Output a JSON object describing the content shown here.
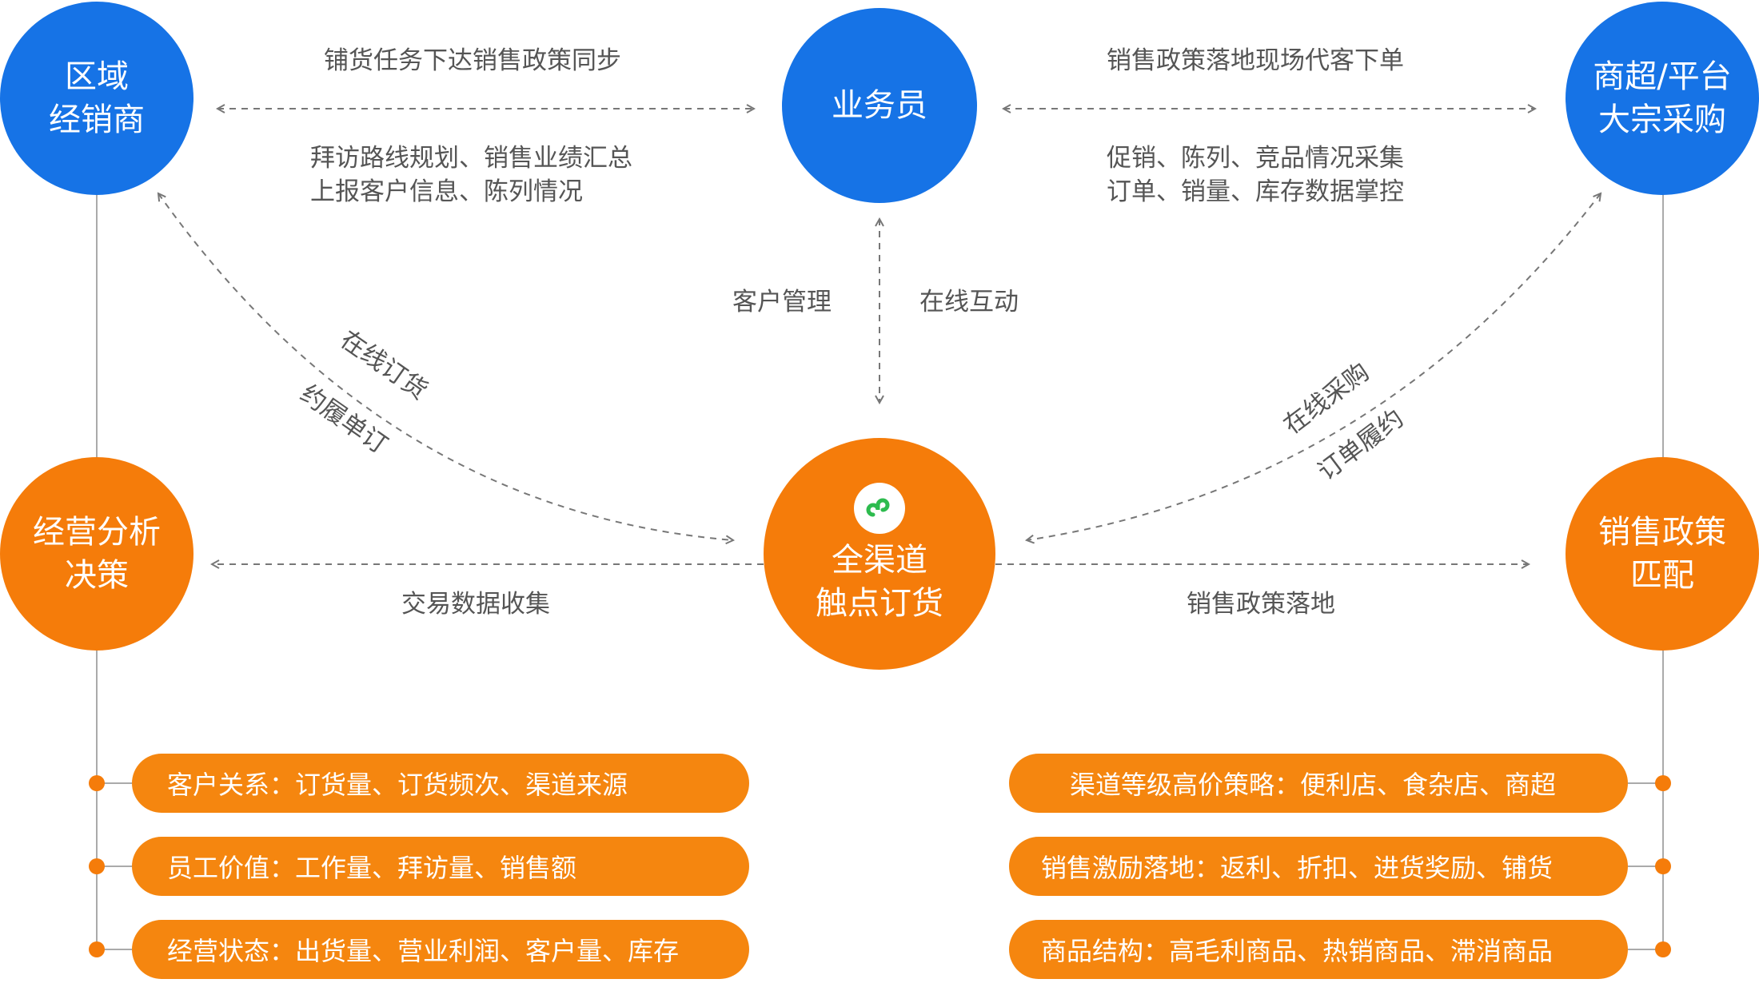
{
  "nodes": {
    "distributor": [
      "区域",
      "经销商"
    ],
    "salesman": [
      "业务员"
    ],
    "retail": [
      "商超/平台",
      "大宗采购"
    ],
    "analysis": [
      "经营分析",
      "决策"
    ],
    "center": [
      "全渠道",
      "触点订货"
    ],
    "policy": [
      "销售政策",
      "匹配"
    ]
  },
  "labels": {
    "top_left_above": "铺货任务下达销售政策同步",
    "top_left_below_1": "拜访路线规划、销售业绩汇总",
    "top_left_below_2": "上报客户信息、陈列情况",
    "top_right_above": "销售政策落地现场代客下单",
    "top_right_below_1": "促销、陈列、竞品情况采集",
    "top_right_below_2": "订单、销量、库存数据掌控",
    "vert_left": "客户管理",
    "vert_right": "在线互动",
    "diag_left_1": "在线订货",
    "diag_left_2": "约履单订",
    "diag_right_1": "在线采购",
    "diag_right_2": "订单履约",
    "mid_left": "交易数据收集",
    "mid_right": "销售政策落地"
  },
  "pills_left": [
    "客户关系：订货量、订货频次、渠道来源",
    "员工价值：工作量、拜访量、销售额",
    "经营状态：出货量、营业利润、客户量、库存"
  ],
  "pills_right": [
    "渠道等级高价策略：便利店、食杂店、商超",
    "销售激励落地：返利、折扣、进货奖励、铺货",
    "商品结构：高毛利商品、热销商品、滞消商品"
  ],
  "colors": {
    "blue": "#1673e6",
    "orange": "#f57c0a",
    "pill": "#f5860f",
    "text": "#555555",
    "line": "#999999",
    "icon_green": "#2dbb4e"
  },
  "icon": "mini-program-icon"
}
